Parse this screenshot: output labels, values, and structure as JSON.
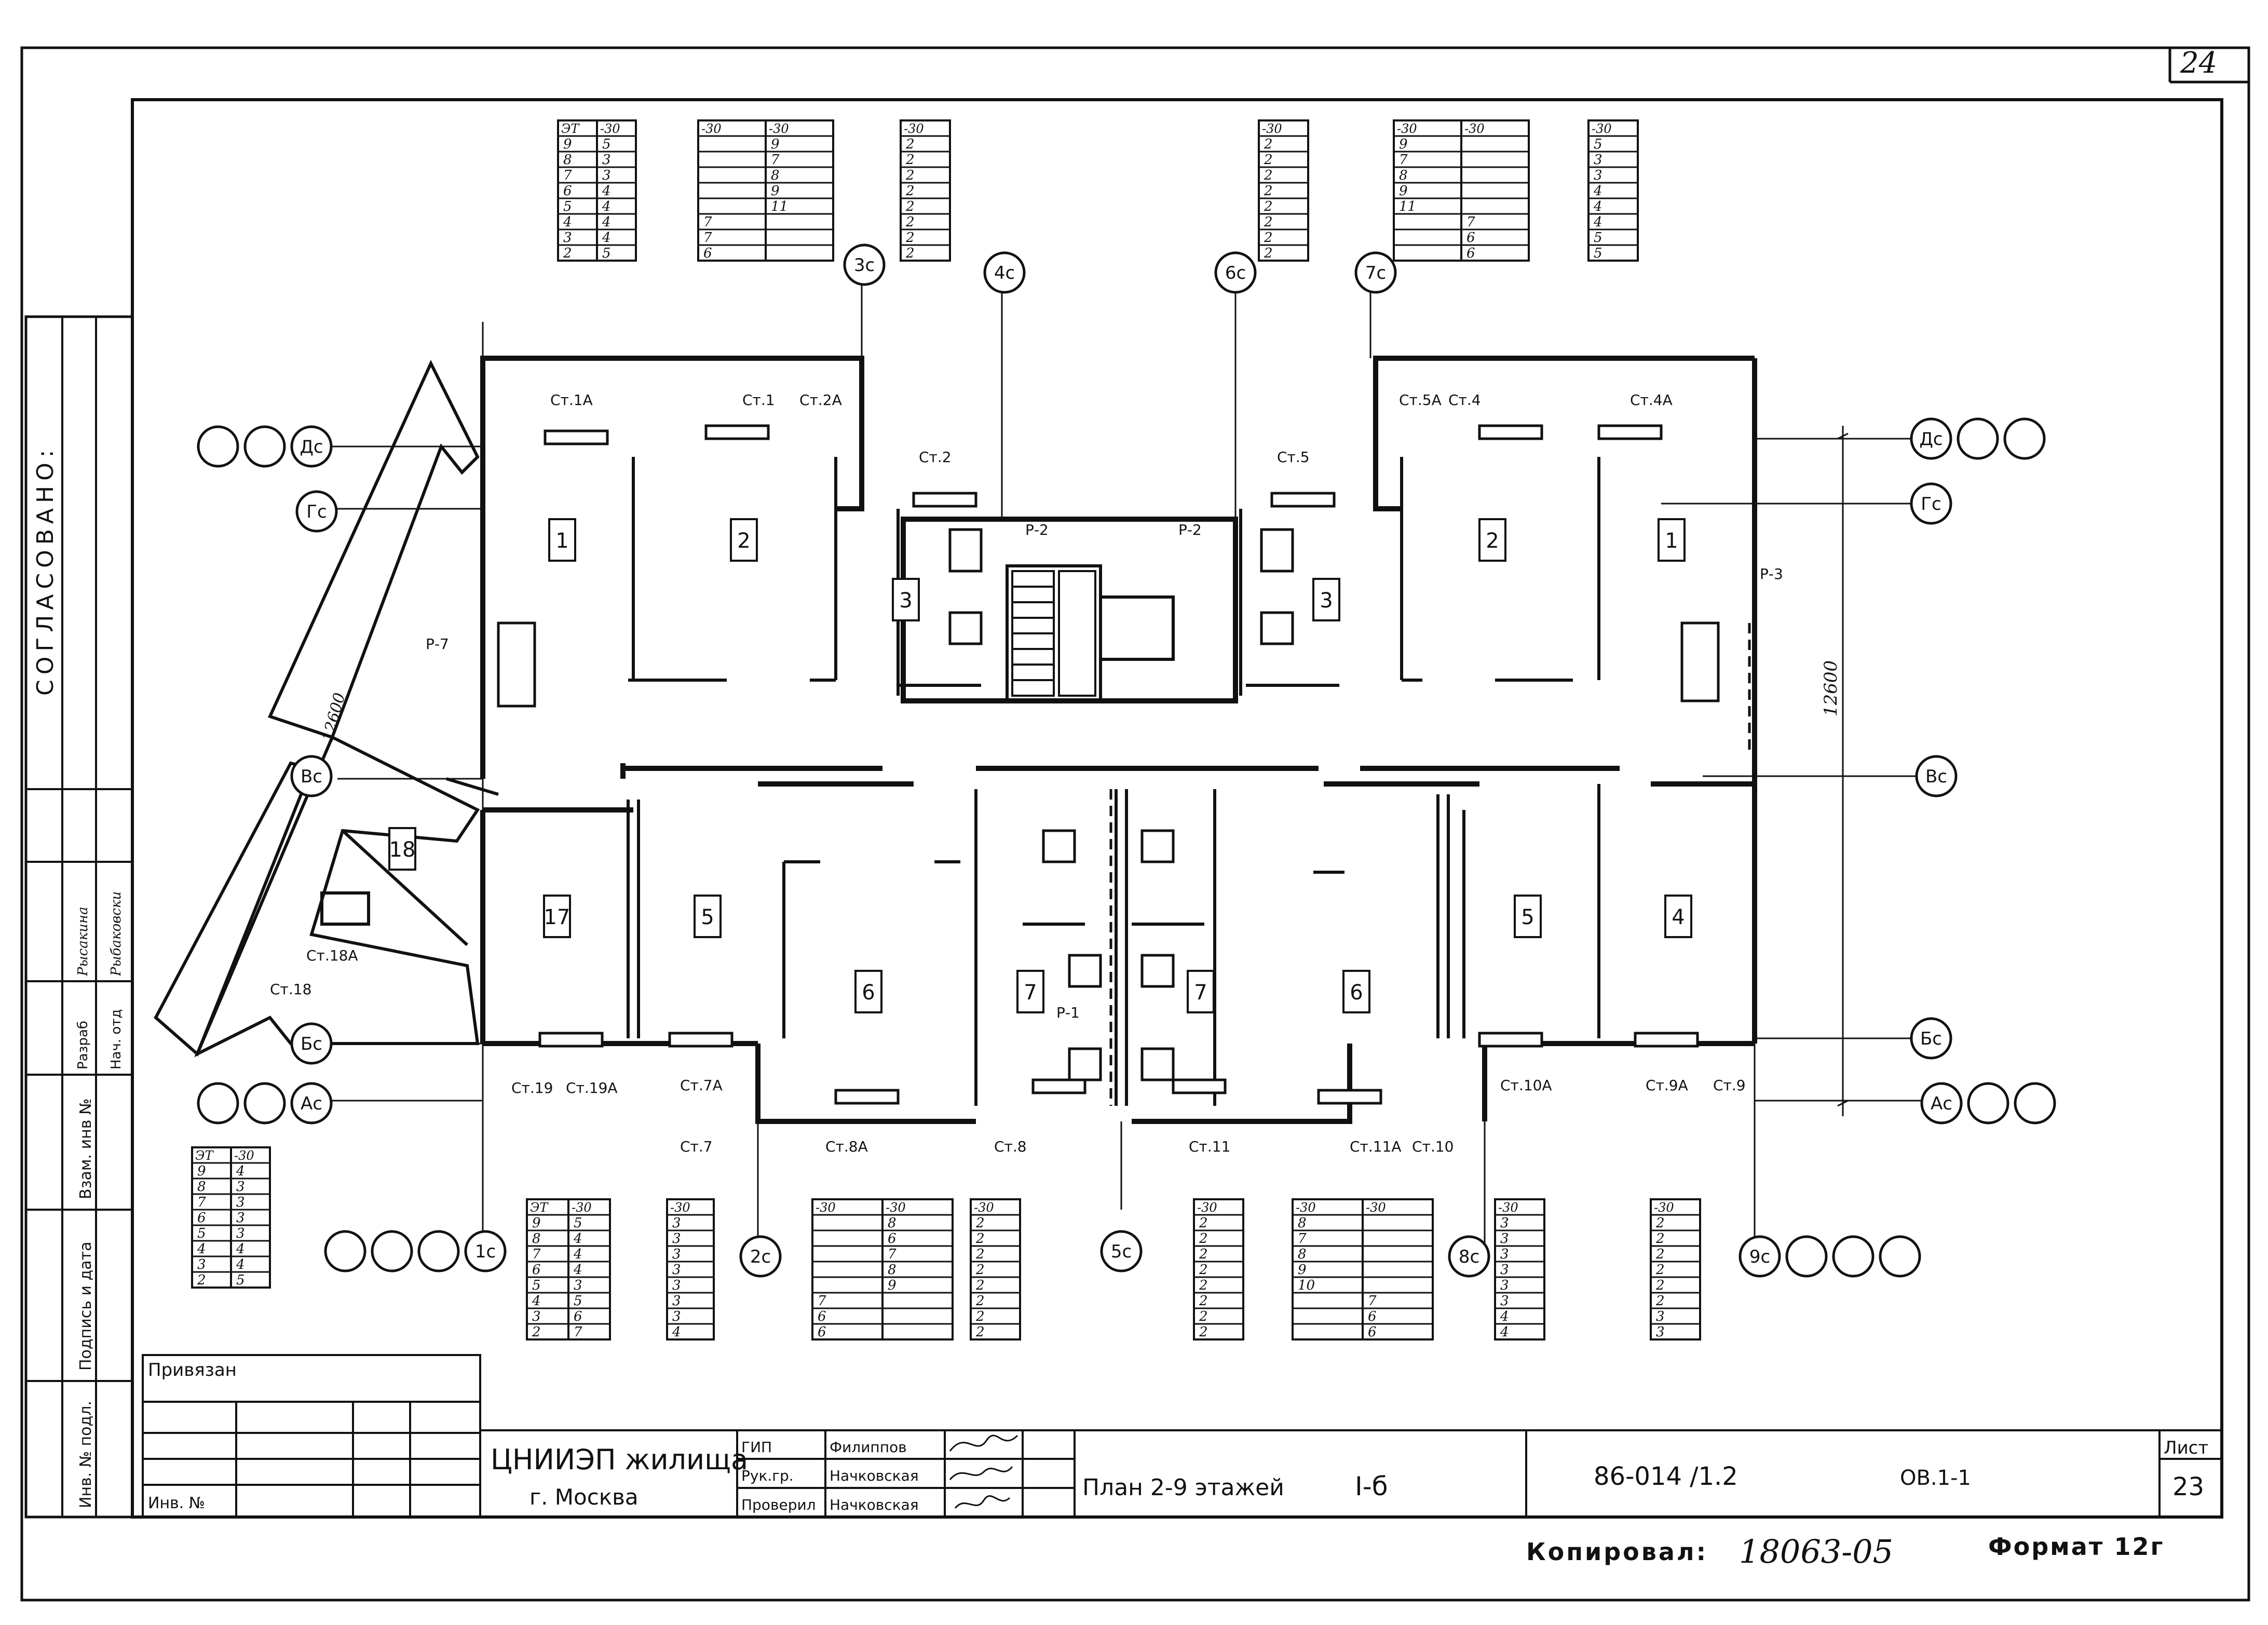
{
  "sheet": {
    "page_number": "24",
    "approved_label": "СОГЛАСОВАНО:",
    "bound_label": "Привязан",
    "inv_label": "Инв. №",
    "side_labels": [
      "Инв. № подл.",
      "Подпись и дата",
      "Взам. инв №"
    ],
    "side_names": [
      "Разраб",
      "Рысакина",
      "Нач. отд",
      "Рыбаковски"
    ]
  },
  "title_block": {
    "org_line1": "ЦНИИЭП жилища",
    "org_line2": "г. Москва",
    "roles": [
      {
        "role": "ГИП",
        "name": "Филиппов"
      },
      {
        "role": "Рук.гр.",
        "name": "Начковская"
      },
      {
        "role": "Проверил",
        "name": "Начковская"
      }
    ],
    "drawing_title": "План 2-9 этажей",
    "section": "I-б",
    "code": "86-014 /1.2",
    "sheet_code": "ОВ.1-1",
    "list_label": "Лист",
    "list_number": "23",
    "copied_label": "Копировал:",
    "copied_number": "18063-05",
    "format_label": "Формат 12г"
  },
  "axes": {
    "vertical": [
      "1с",
      "2с",
      "3с",
      "4с",
      "5с",
      "6с",
      "7с",
      "8с",
      "9с"
    ],
    "horizontal": [
      "Ас",
      "Бс",
      "Вс",
      "Гс",
      "Дс"
    ],
    "dimension": "12600"
  },
  "rooms": [
    "1",
    "2",
    "3",
    "3",
    "2",
    "1",
    "17",
    "5",
    "6",
    "7",
    "7",
    "6",
    "5",
    "4",
    "18"
  ],
  "risers": [
    "Ст.1А",
    "Ст.1",
    "Ст.2А",
    "Ст.2",
    "Ст.5",
    "Ст.5А",
    "Ст.4",
    "Ст.4А",
    "Ст.19",
    "Ст.19А",
    "Ст.7А",
    "Ст.7",
    "Ст.8А",
    "Ст.8",
    "Ст.11",
    "Ст.11А",
    "Ст.10",
    "Ст.10А",
    "Ст.9А",
    "Ст.9",
    "Ст.18",
    "Ст.18А"
  ],
  "mains": [
    "Р-7",
    "Р-2",
    "Р-2",
    "Р-3",
    "Р-1"
  ],
  "tables": {
    "t_top1": {
      "header": [
        "ЭТ",
        "-30"
      ],
      "rows": [
        [
          "9",
          "5"
        ],
        [
          "8",
          "3"
        ],
        [
          "7",
          "3"
        ],
        [
          "6",
          "4"
        ],
        [
          "5",
          "4"
        ],
        [
          "4",
          "4"
        ],
        [
          "3",
          "4"
        ],
        [
          "2",
          "5"
        ]
      ]
    },
    "t_top2": {
      "header": [
        "-30",
        "-30"
      ],
      "left": [
        "",
        "",
        "",
        "",
        "",
        "7",
        "7",
        "6"
      ],
      "right": [
        "9",
        "7",
        "8",
        "9",
        "11",
        "",
        "",
        ""
      ]
    },
    "t_top3": {
      "header": [
        "-30"
      ],
      "rows": [
        "2",
        "2",
        "2",
        "2",
        "2",
        "2",
        "2",
        "2"
      ]
    },
    "t_top4": {
      "header": [
        "-30"
      ],
      "rows": [
        "2",
        "2",
        "2",
        "2",
        "2",
        "2",
        "2",
        "2"
      ]
    },
    "t_top5": {
      "header": [
        "-30",
        "-30"
      ],
      "left": [
        "9",
        "7",
        "8",
        "9",
        "11",
        "",
        "",
        ""
      ],
      "right": [
        "",
        "",
        "",
        "",
        "",
        "7",
        "6",
        "6"
      ]
    },
    "t_top6": {
      "header": [
        "-30"
      ],
      "rows": [
        "5",
        "3",
        "3",
        "4",
        "4",
        "4",
        "5",
        "5"
      ]
    },
    "t_side": {
      "header": [
        "ЭТ",
        "-30"
      ],
      "rows": [
        [
          "9",
          "4"
        ],
        [
          "8",
          "3"
        ],
        [
          "7",
          "3"
        ],
        [
          "6",
          "3"
        ],
        [
          "5",
          "3"
        ],
        [
          "4",
          "4"
        ],
        [
          "3",
          "4"
        ],
        [
          "2",
          "5"
        ]
      ]
    },
    "t_b1": {
      "header": [
        "ЭТ",
        "-30"
      ],
      "rows": [
        [
          "9",
          "5"
        ],
        [
          "8",
          "4"
        ],
        [
          "7",
          "4"
        ],
        [
          "6",
          "4"
        ],
        [
          "5",
          "3"
        ],
        [
          "4",
          "5"
        ],
        [
          "3",
          "6"
        ],
        [
          "2",
          "7"
        ]
      ]
    },
    "t_b2": {
      "header": [
        "-30"
      ],
      "rows": [
        "3",
        "3",
        "3",
        "3",
        "3",
        "3",
        "3",
        "4"
      ]
    },
    "t_b3": {
      "header": [
        "-30",
        "-30"
      ],
      "left": [
        "",
        "",
        "",
        "",
        "",
        "7",
        "6",
        "6"
      ],
      "right": [
        "8",
        "6",
        "7",
        "8",
        "9",
        "",
        "",
        ""
      ]
    },
    "t_b4": {
      "header": [
        "-30"
      ],
      "rows": [
        "2",
        "2",
        "2",
        "2",
        "2",
        "2",
        "2",
        "2"
      ]
    },
    "t_b5": {
      "header": [
        "-30"
      ],
      "rows": [
        "2",
        "2",
        "2",
        "2",
        "2",
        "2",
        "2",
        "2"
      ]
    },
    "t_b6": {
      "header": [
        "-30",
        "-30"
      ],
      "left": [
        "8",
        "7",
        "8",
        "9",
        "10",
        "",
        "",
        ""
      ],
      "right": [
        "",
        "",
        "",
        "",
        "",
        "7",
        "6",
        "6"
      ]
    },
    "t_b7": {
      "header": [
        "-30"
      ],
      "rows": [
        "3",
        "3",
        "3",
        "3",
        "3",
        "3",
        "4",
        "4"
      ]
    },
    "t_b8": {
      "header": [
        "-30"
      ],
      "rows": [
        "2",
        "2",
        "2",
        "2",
        "2",
        "2",
        "3",
        "3"
      ]
    }
  }
}
